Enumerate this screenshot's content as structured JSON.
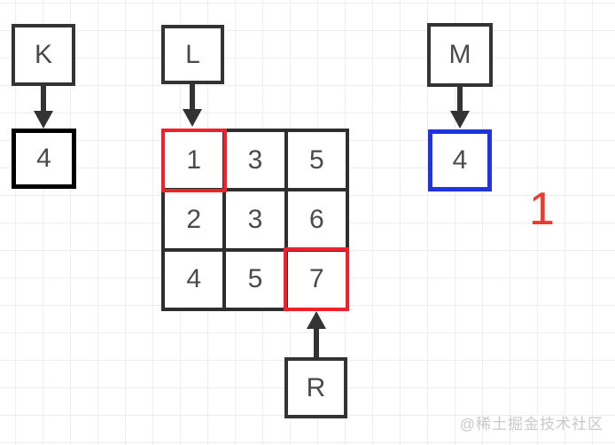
{
  "diagram": {
    "pointer_boxes": {
      "k": {
        "label": "K"
      },
      "l": {
        "label": "L"
      },
      "m": {
        "label": "M"
      },
      "r": {
        "label": "R"
      }
    },
    "value_boxes": {
      "k_value": "4",
      "m_value": "4"
    },
    "matrix": {
      "rows": [
        [
          "1",
          "3",
          "5"
        ],
        [
          "2",
          "3",
          "6"
        ],
        [
          "4",
          "5",
          "7"
        ]
      ],
      "highlighted": [
        {
          "row": 0,
          "col": 0
        },
        {
          "row": 2,
          "col": 2
        }
      ]
    },
    "annotation": {
      "count": "1"
    },
    "watermark": "@稀土掘金技术社区",
    "colors": {
      "box_border": "#333333",
      "value_border_black": "#000000",
      "value_border_blue": "#2133e0",
      "highlight_red": "#f0212b",
      "count_red": "#ee392e",
      "grid_paper_line": "#eeeeee",
      "text": "#4a4a4a",
      "watermark": "#c9c9c9"
    }
  }
}
